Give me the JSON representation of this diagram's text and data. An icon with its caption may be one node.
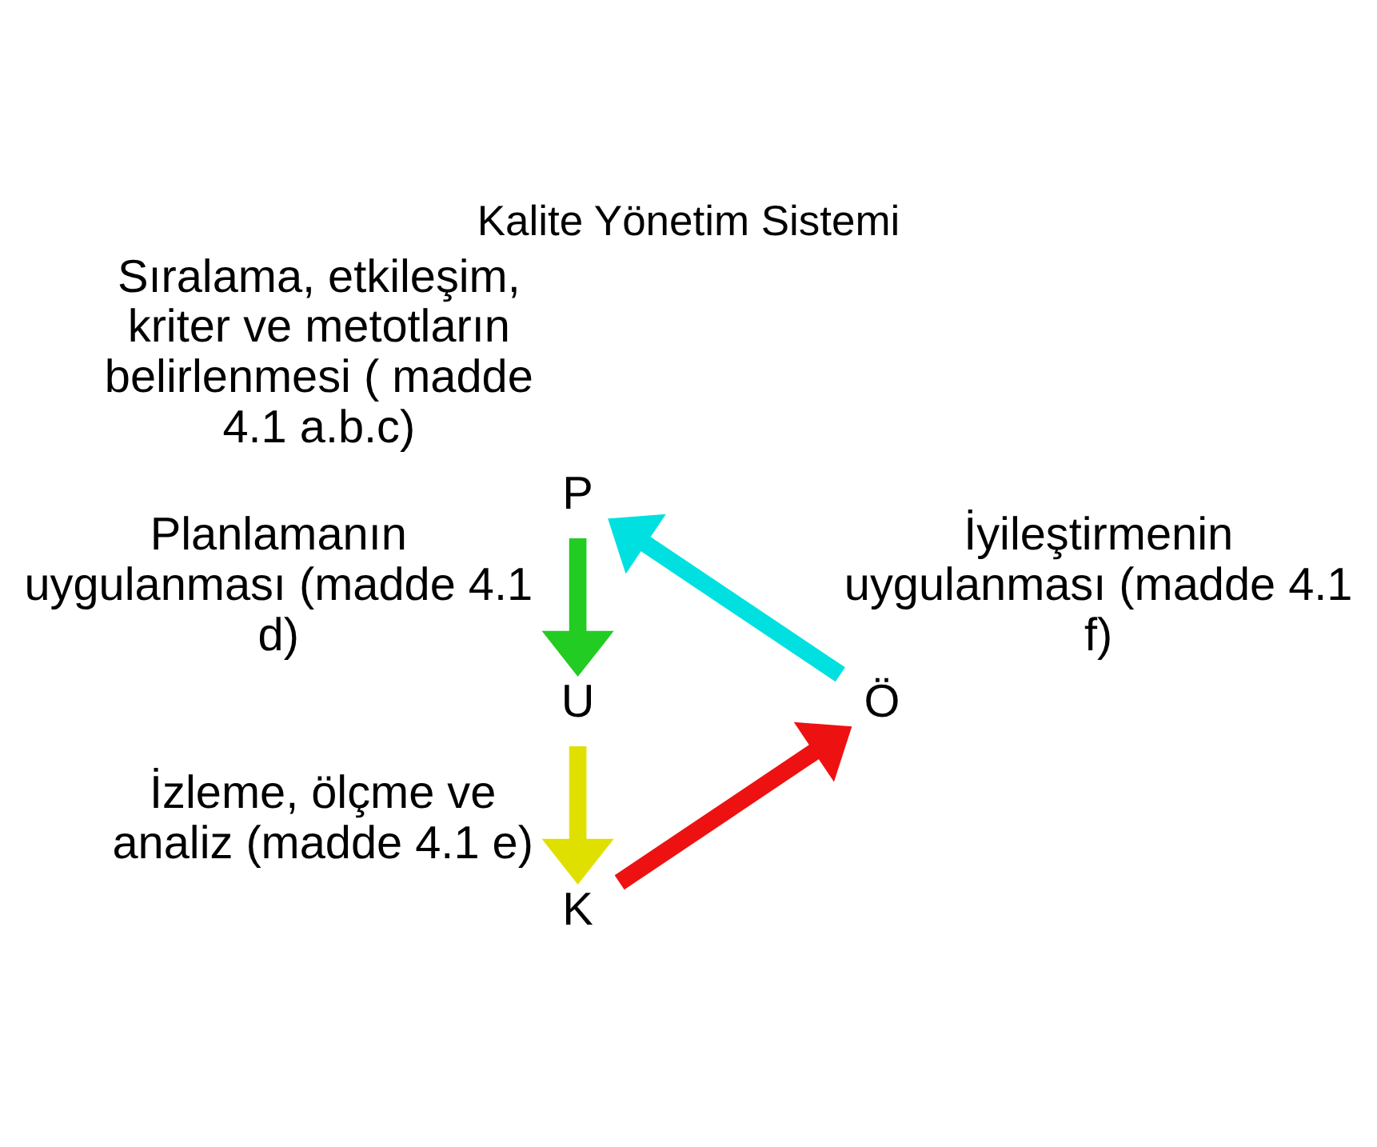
{
  "diagram": {
    "title": "Kalite Yönetim Sistemi",
    "nodes": [
      {
        "text": [
          "P"
        ],
        "beside": [
          "Sıralama, etkileşim, kriter ve metotların belirlenmesi ( madde 4.1 a.b.c)"
        ]
      },
      {
        "text": [
          "U"
        ],
        "beside": [
          "Planlamanın uygulanması (madde 4.1 d)"
        ]
      },
      {
        "text": [
          "K"
        ],
        "beside": [
          "İzleme, ölçme ve analiz (madde 4.1 e)"
        ]
      },
      {
        "text": [
          "Ö"
        ],
        "beside": [
          "İyileştirmenin uygulanması (madde 4.1 f)"
        ]
      }
    ],
    "edges": [
      {
        "from": 0,
        "to": 1,
        "arrow": "to",
        "color": "#22cc22"
      },
      {
        "from": 1,
        "to": 2,
        "arrow": "to",
        "color": "#e0e000"
      },
      {
        "from": 2,
        "to": 3,
        "arrow": "to",
        "color": "#ee1111"
      },
      {
        "from": 3,
        "to": 0,
        "arrow": "to",
        "color": "#00e0e0"
      }
    ]
  }
}
